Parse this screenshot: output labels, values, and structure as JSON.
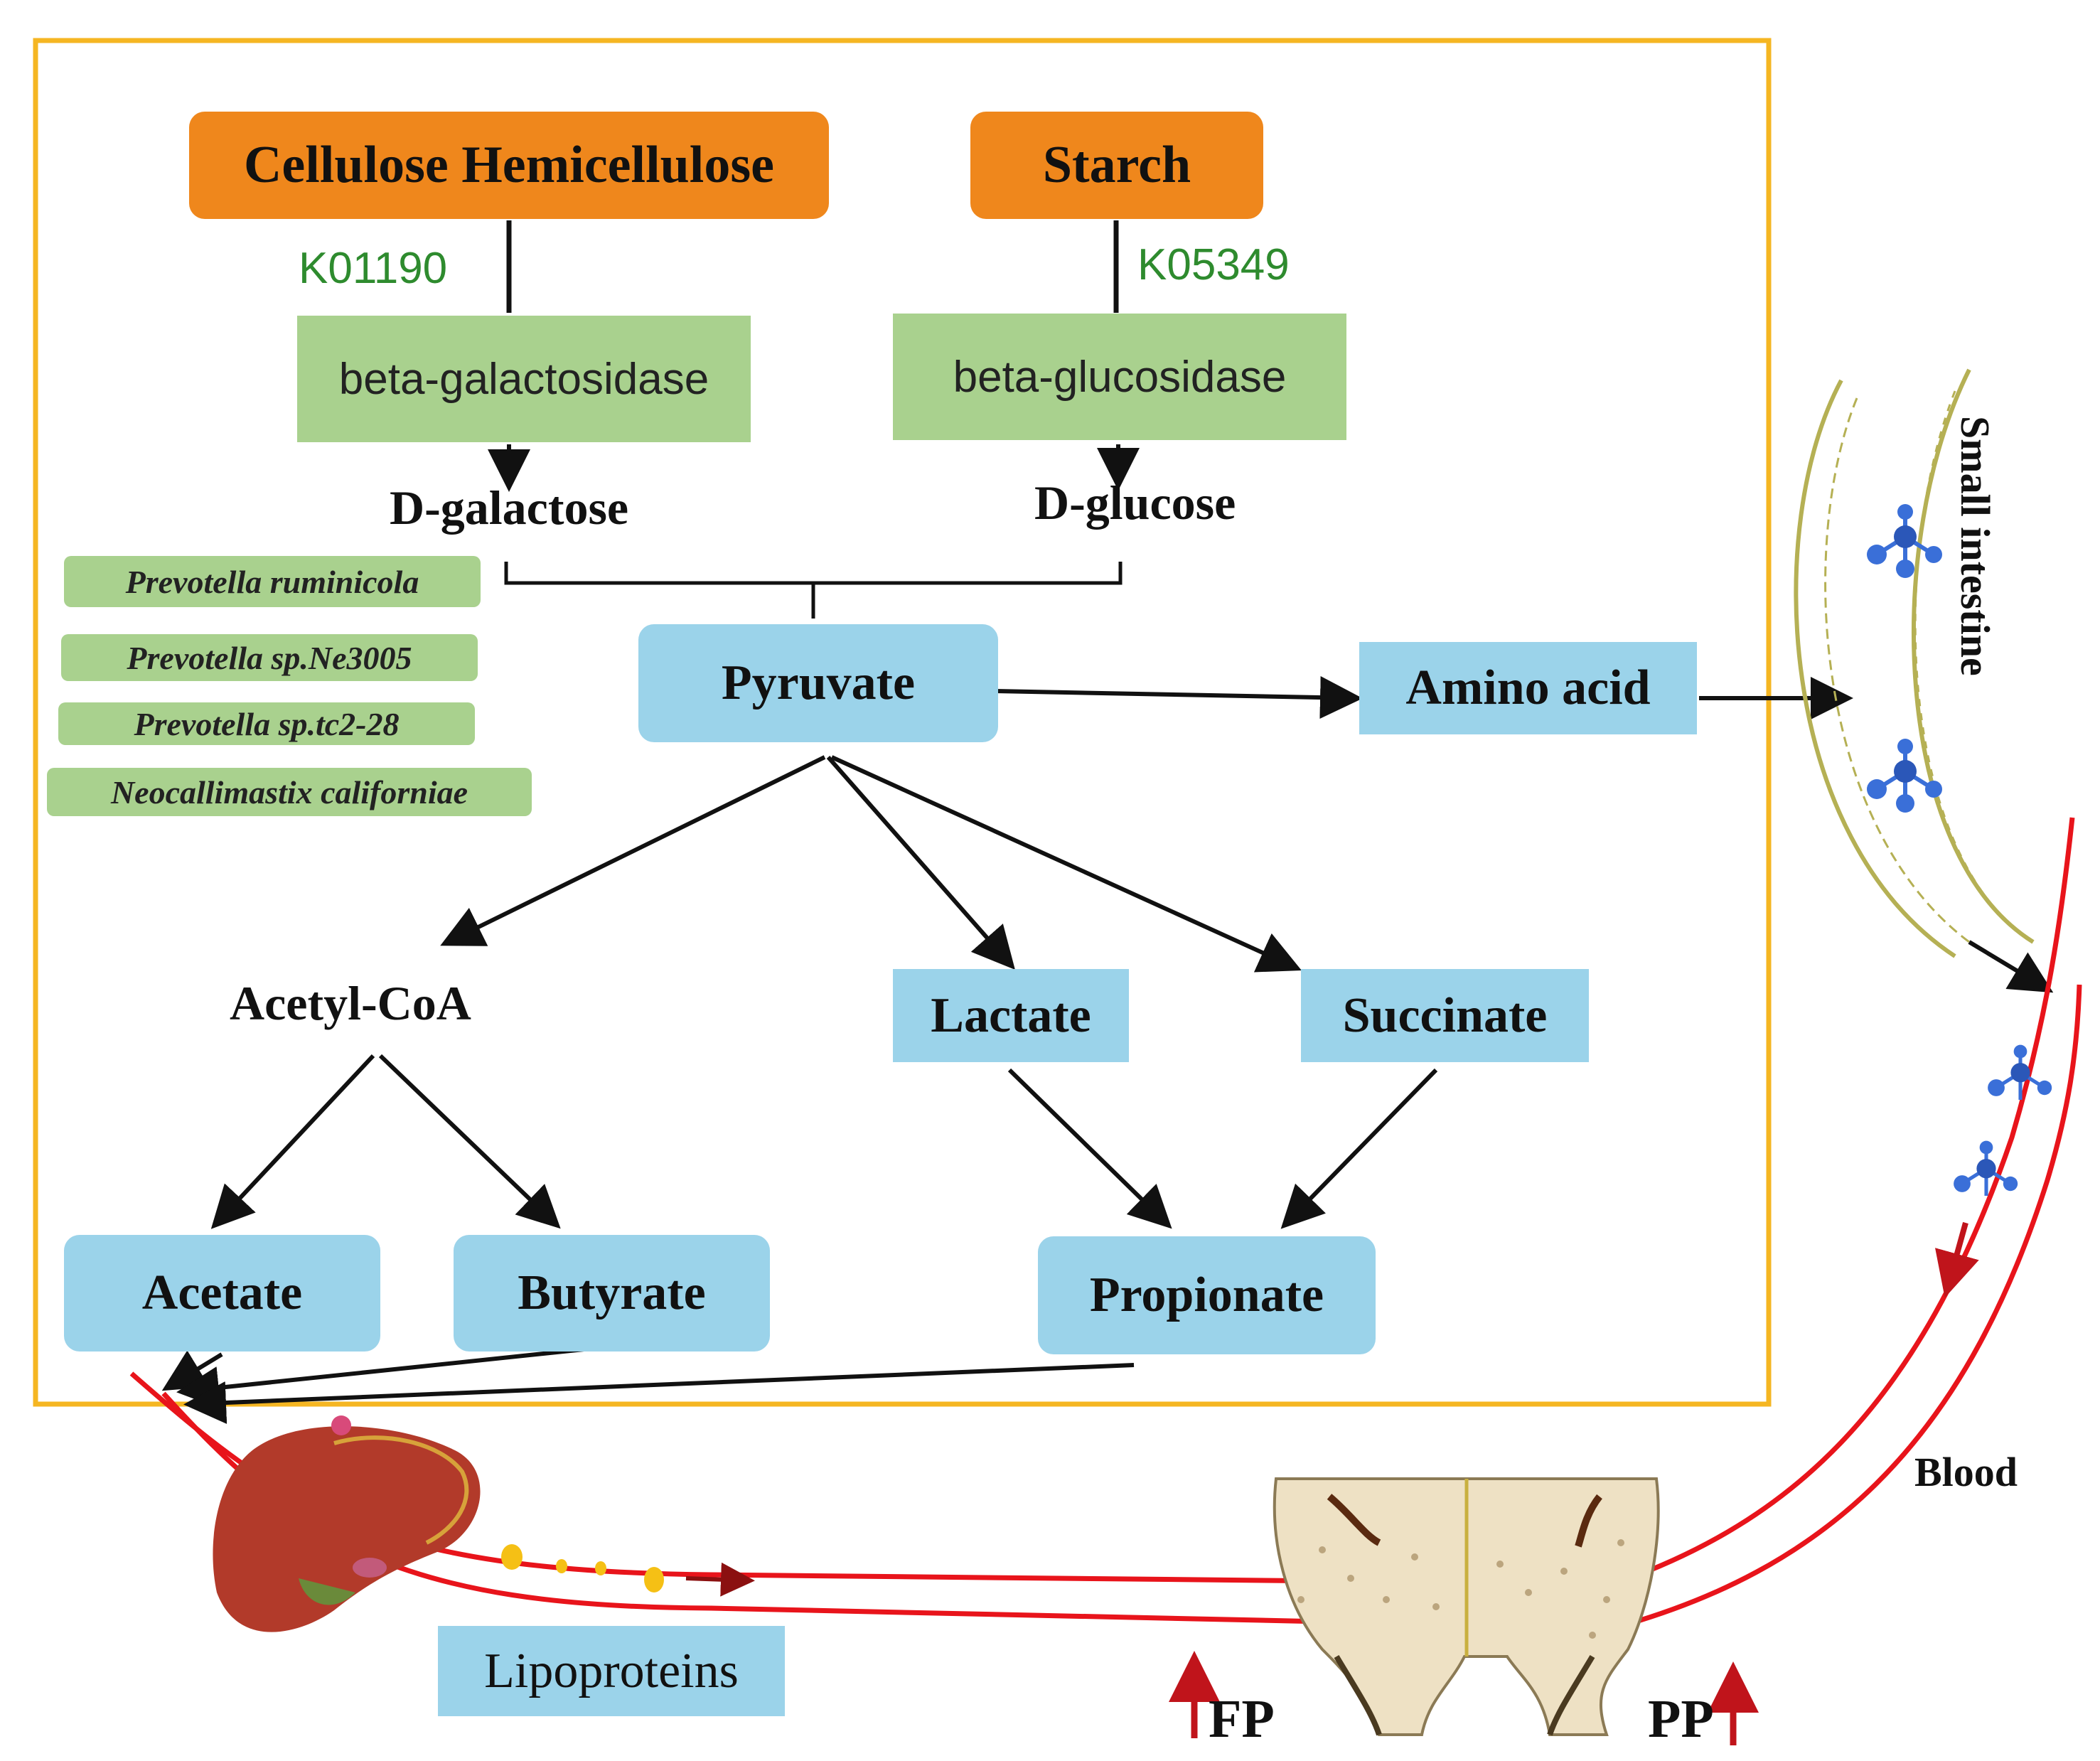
{
  "substrates": {
    "cellulose": "Cellulose Hemicellulose",
    "starch": "Starch"
  },
  "kegg": {
    "left": "K01190",
    "right": "K05349"
  },
  "enzymes": {
    "left": "beta-galactosidase",
    "right": "beta-glucosidase"
  },
  "sugars": {
    "left": "D-galactose",
    "right": "D-glucose"
  },
  "organisms": [
    "Prevotella ruminicola",
    "Prevotella sp.Ne3005",
    "Prevotella sp.tc2-28",
    "Neocallimastix californiae"
  ],
  "metabolites": {
    "pyruvate": "Pyruvate",
    "amino_acid": "Amino acid",
    "acetyl_coa": "Acetyl-CoA",
    "lactate": "Lactate",
    "succinate": "Succinate",
    "acetate": "Acetate",
    "butyrate": "Butyrate",
    "propionate": "Propionate"
  },
  "labels": {
    "small_intestine": "Small intestine",
    "blood": "Blood",
    "lipoproteins": "Lipoproteins",
    "fp": "FP",
    "pp": "PP"
  },
  "colors": {
    "frame": "#f5b622",
    "substrate_box": "#ef871c",
    "enzyme_box": "#a9d18e",
    "metabolite_box": "#9bd3ea",
    "kegg_text": "#2e8b2e",
    "blood_vessel": "#e8141b",
    "intestine": "#b5b054",
    "up_arrow": "#c0141b",
    "lipid_dots": "#f5c015"
  }
}
